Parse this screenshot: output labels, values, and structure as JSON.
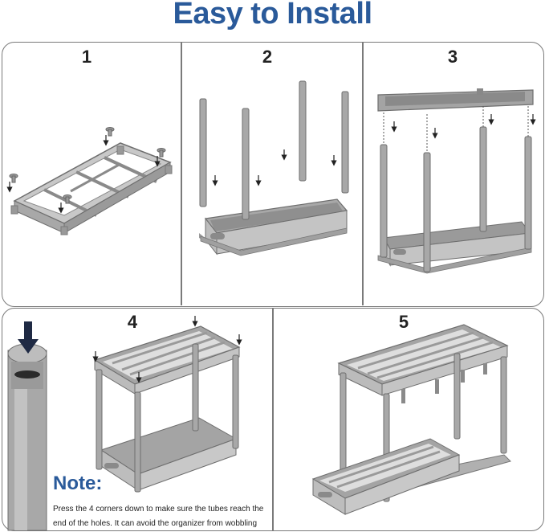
{
  "title": "Easy to Install",
  "steps": [
    "1",
    "2",
    "3",
    "4",
    "5"
  ],
  "note": {
    "heading": "Note:",
    "lines": [
      "Press the 4 corners down to make sure the tubes reach the",
      "end of the holes. It can avoid the organizer from wobbling"
    ]
  },
  "colors": {
    "title": "#2a5a9a",
    "note_heading": "#2a5a9a",
    "frame_grey": "#9a9a9a",
    "frame_dark": "#6e6e6e",
    "arrow": "#222222",
    "panel_border": "#7a7a7a"
  }
}
